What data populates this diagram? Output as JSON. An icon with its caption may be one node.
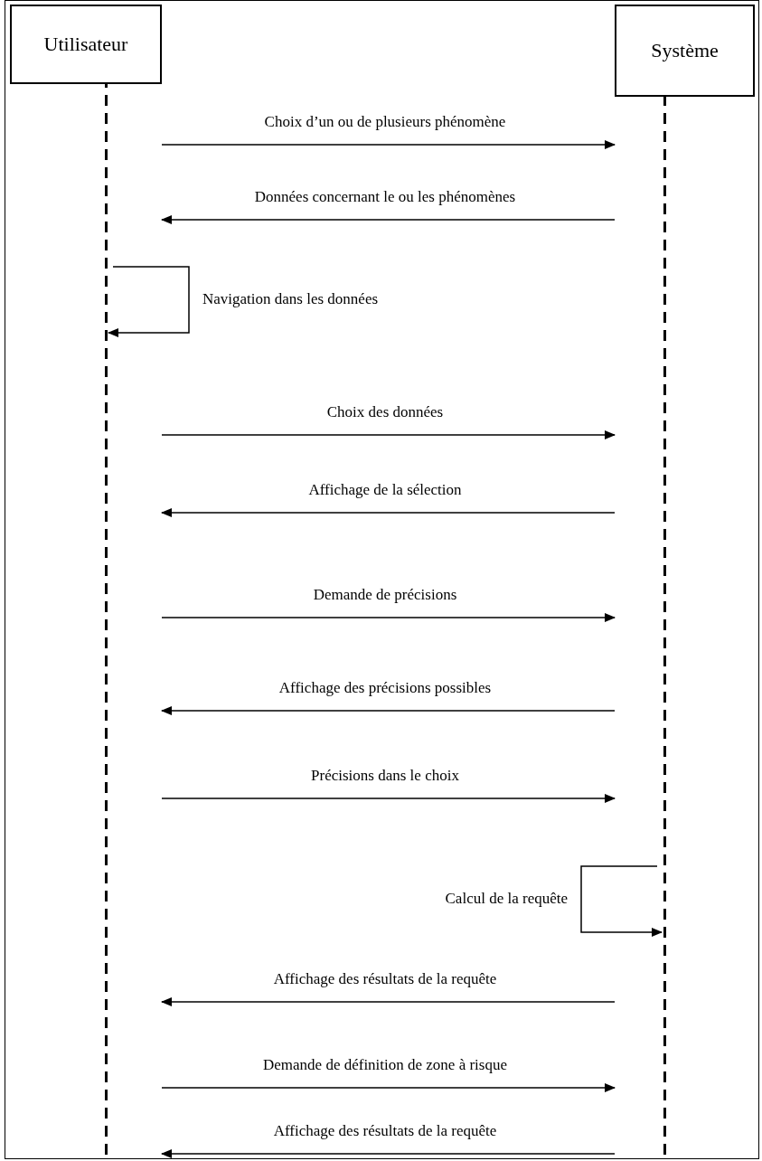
{
  "diagram": {
    "nodes": [
      {
        "text": [
          "Utilisateur"
        ]
      },
      {
        "text": [
          "Système"
        ]
      }
    ],
    "edges": [
      {
        "from": 0,
        "to": 1,
        "arrow": "to",
        "label": "Choix d’un ou de plusieurs phénomène"
      },
      {
        "from": 1,
        "to": 0,
        "arrow": "to",
        "label": "Données concernant le ou les phénomènes"
      },
      {
        "from": 0,
        "to": 0,
        "arrow": "to",
        "label": "Navigation dans les données"
      },
      {
        "from": 0,
        "to": 1,
        "arrow": "to",
        "label": "Choix des données"
      },
      {
        "from": 1,
        "to": 0,
        "arrow": "to",
        "label": "Affichage de la sélection"
      },
      {
        "from": 0,
        "to": 1,
        "arrow": "to",
        "label": "Demande de précisions"
      },
      {
        "from": 1,
        "to": 0,
        "arrow": "to",
        "label": "Affichage des précisions possibles"
      },
      {
        "from": 0,
        "to": 1,
        "arrow": "to",
        "label": "Précisions dans le choix"
      },
      {
        "from": 1,
        "to": 1,
        "arrow": "to",
        "label": "Calcul  de la requête"
      },
      {
        "from": 1,
        "to": 0,
        "arrow": "to",
        "label": "Affichage des résultats de la requête"
      },
      {
        "from": 0,
        "to": 1,
        "arrow": "to",
        "label": "Demande de définition de zone à risque"
      },
      {
        "from": 1,
        "to": 0,
        "arrow": "to",
        "label": "Affichage des résultats de la requête"
      }
    ]
  }
}
